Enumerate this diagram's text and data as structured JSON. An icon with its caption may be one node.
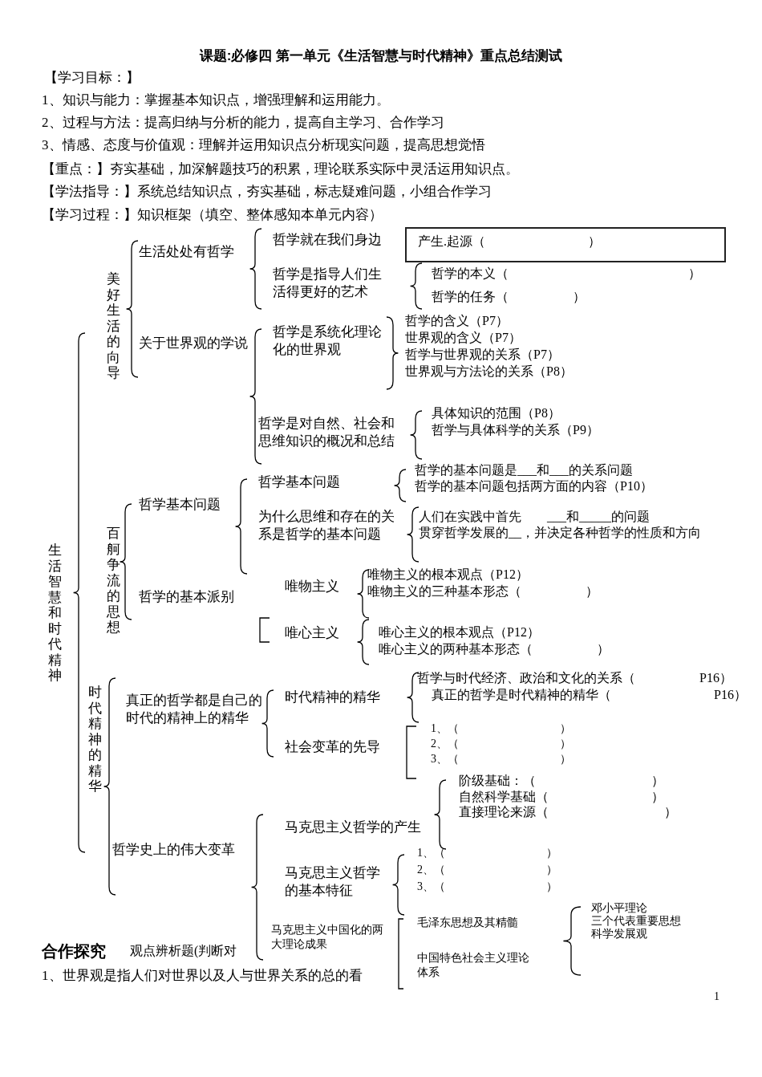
{
  "diagram": {
    "title": "课题:必修四 第一单元《生活智慧与时代精神》重点总结测试",
    "nodes": [
      {
        "text": [
          "产生.起源（　　　　　　　　）"
        ]
      }
    ],
    "labels": [
      "【学习目标：】",
      "1、知识与能力：掌握基本知识点，增强理解和运用能力。",
      "2、过程与方法：提高归纳与分析的能力，提高自主学习、合作学习",
      "3、情感、态度与价值观：理解并运用知识点分析现实问题，提高思想觉悟",
      "【重点：】夯实基础，加深解题技巧的积累，理论联系实际中灵活运用知识点。",
      "【学法指导：】系统总结知识点，夯实基础，标志疑难问题，小组合作学习",
      "【学习过程：】知识框架（填空、整体感知本单元内容）",
      "生活智慧和时代精神",
      "美好生活的向导",
      "生活处处有哲学",
      "关于世界观的学说",
      "哲学就在我们身边",
      "哲学是指导人们生活得更好的艺术",
      "哲学的本义（　　　　　　　　　　　　　　）",
      "哲学的任务（　　　　　）",
      "哲学是系统化理论化的世界观",
      "哲学的含义（P7）",
      "世界观的含义（P7）",
      "哲学与世界观的关系（P7）",
      "世界观与方法论的关系（P8）",
      "哲学是对自然、社会和思维知识的概况和总结",
      "具体知识的范围（P8）",
      "哲学与具体科学的关系（P9）",
      "百舸争流的思想",
      "哲学基本问题",
      "哲学的基本派别",
      "哲学基本问题",
      "为什么思维和存在的关系是哲学的基本问题",
      "哲学的基本问题是___和___的关系问题",
      "哲学的基本问题包括两方面的内容（P10）",
      "人们在实践中首先　　___和_____的问题",
      "贯穿哲学发展的__，并决定各种哲学的性质和方向",
      "唯物主义",
      "唯心主义",
      "唯物主义的根本观点（P12）",
      "唯物主义的三种基本形态（　　　　　）",
      "唯心主义的根本观点（P12）",
      "唯心主义的两种基本形态（　　　　　）",
      "时代精神的精华",
      "真正的哲学都是自己的时代的精神上的精华",
      "时代精神的精华",
      "社会变革的先导",
      "哲学与时代经济、政治和文化的关系（　　　　　P16）",
      "真正的哲学是时代精神的精华（　　　　　　　　P16）",
      "1、（　　　　　　　　　）",
      "2、（　　　　　　　　　）",
      "3、（　　　　　　　　　）",
      "哲学史上的伟大变革",
      "马克思主义哲学的产生",
      "阶级基础：（　　　　　　　　　）",
      "自然科学基础（　　　　　　　　）",
      "直接理论来源（　　　　　　　　　）",
      "马克思主义哲学的基本特征",
      "1、（　　　　　　　　　）",
      "2、（　　　　　　　　　）",
      "3、（　　　　　　　　　）",
      "马克思主义中国化的两大理论成果",
      "毛泽东思想及其精髓",
      "中国特色社会主义理论体系",
      "邓小平理论",
      "三个代表重要思想",
      "科学发展观",
      "合作探究",
      "观点辨析题(判断对",
      "1、世界观是指人们对世界以及人与世界关系的总的看",
      "1"
    ]
  }
}
